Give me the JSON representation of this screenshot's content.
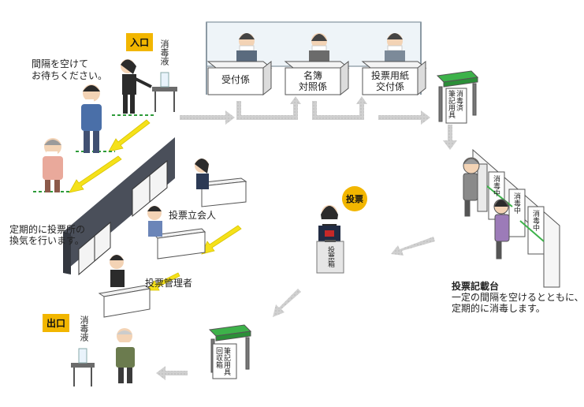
{
  "entrance": {
    "badge": "入口",
    "sanitizer_label": "消毒液",
    "spacing_notice": [
      "間隔を空けて",
      "お待ちください。"
    ]
  },
  "reception": {
    "desks": [
      "受付係",
      "名簿\n対照係",
      "投票用紙\n交付係"
    ]
  },
  "writing_tools_box": "消毒済\n筆記用具",
  "booths": {
    "booth_sign": "消毒中",
    "title": "投票記載台",
    "notes": [
      "一定の間隔を空けるとともに、",
      "定期的に消毒します。"
    ]
  },
  "ballot": {
    "badge": "投票",
    "box_label": "投票箱"
  },
  "ventilation_note": [
    "定期的に投票所の",
    "換気を行います。"
  ],
  "staff": {
    "witness": "投票立会人",
    "manager": "投票管理者"
  },
  "pencil_return_box": "筆記用具\n回収箱",
  "exit": {
    "badge": "出口",
    "sanitizer_label": "消毒液"
  },
  "colors": {
    "badge": "#f2b600",
    "arrow_gray": "#c8c8c8",
    "arrow_yellow": "#f5e11a",
    "wall": "#4a4f5a",
    "tray": "#3db24a"
  }
}
